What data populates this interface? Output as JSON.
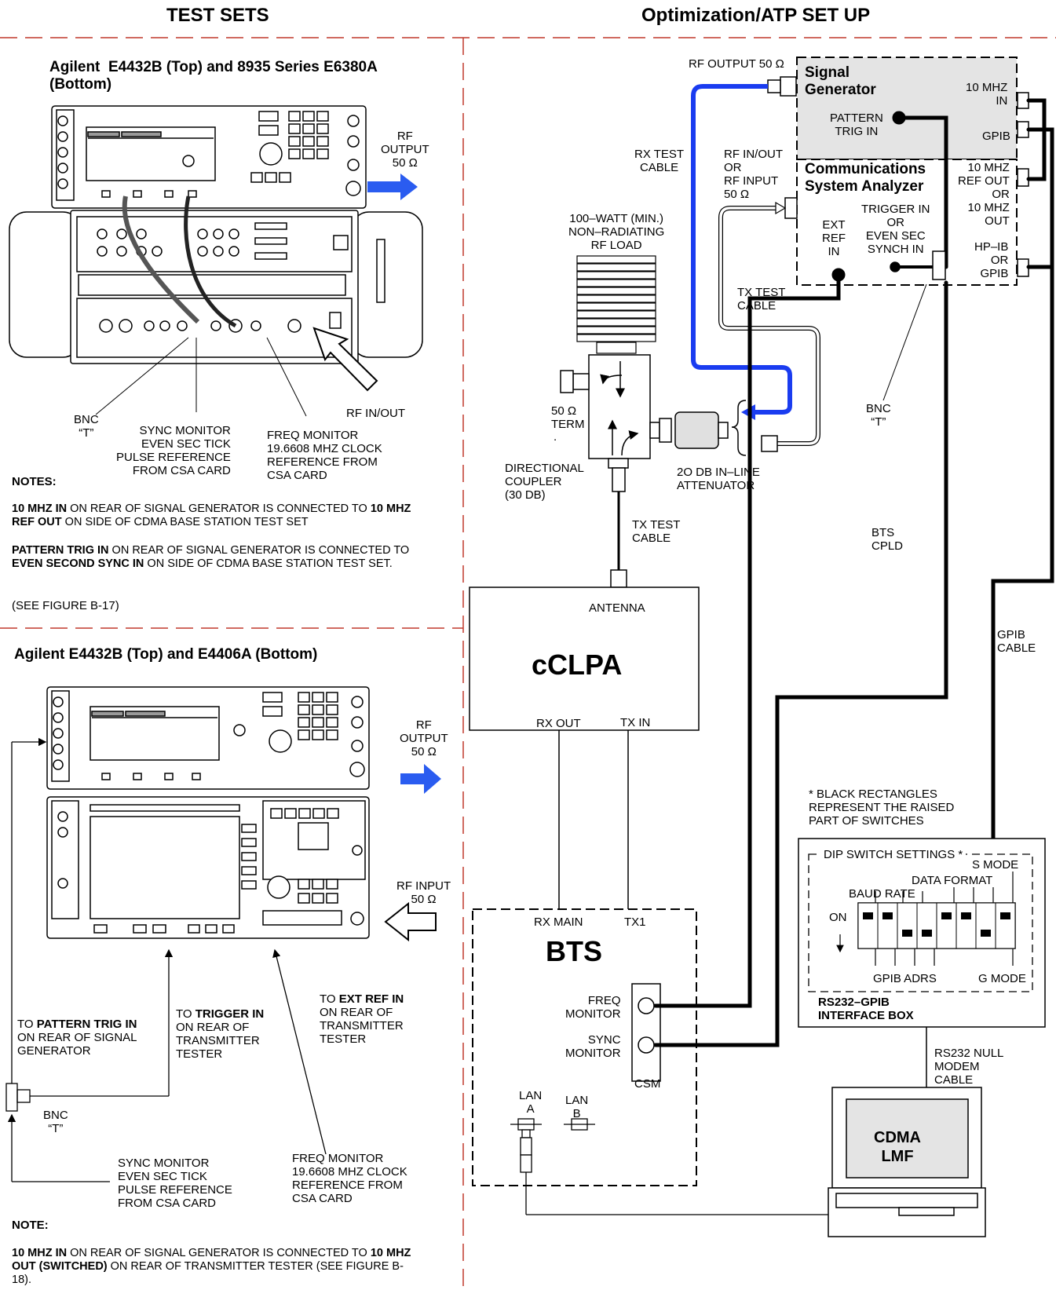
{
  "headers": {
    "left": "TEST SETS",
    "right": "Optimization/ATP SET UP"
  },
  "panel1": {
    "title_line1": "Agilent  E4432B (Top) and 8935 Series E6380A",
    "title_line2": "(Bottom)",
    "rf_output": "RF\nOUTPUT\n50 Ω",
    "rf_in_out": "RF IN/OUT",
    "bnc_t": "BNC\n“T”",
    "sync_monitor": "SYNC MONITOR\nEVEN SEC TICK\nPULSE REFERENCE\nFROM CSA CARD",
    "freq_monitor": "FREQ MONITOR\n19.6608 MHZ CLOCK\nREFERENCE FROM\nCSA CARD",
    "notes_heading": "NOTES:",
    "note1_bold": "10 MHZ IN",
    "note1_text": " ON REAR OF SIGNAL GENERATOR IS CONNECTED TO ",
    "note1_bold2": "10 MHZ REF OUT",
    "note1_text2": " ON SIDE OF CDMA BASE STATION TEST SET",
    "note2_bold": "PATTERN TRIG IN",
    "note2_text": " ON REAR OF SIGNAL GENERATOR IS CONNECTED TO ",
    "note2_bold2": "EVEN SECOND SYNC IN",
    "note2_text2": " ON SIDE OF CDMA BASE STATION TEST SET.",
    "see_figure": "(SEE FIGURE B-17)"
  },
  "panel2": {
    "title": "Agilent E4432B (Top) and E4406A (Bottom)",
    "rf_output": "RF\nOUTPUT\n50 Ω",
    "rf_input": "RF INPUT\n50 Ω",
    "to_pattern_prefix": "TO ",
    "to_pattern_bold": "PATTERN TRIG IN",
    "to_pattern_rest": "ON REAR OF SIGNAL\nGENERATOR",
    "to_trigger_prefix": "TO ",
    "to_trigger_bold": "TRIGGER IN",
    "to_trigger_rest": "ON REAR OF\nTRANSMITTER\nTESTER",
    "to_extref_prefix": "TO ",
    "to_extref_bold": "EXT REF IN",
    "to_extref_rest": "ON REAR OF\nTRANSMITTER\nTESTER",
    "bnc_t": "BNC\n“T”",
    "sync_monitor": "SYNC MONITOR\nEVEN SEC TICK\nPULSE REFERENCE\nFROM CSA CARD",
    "freq_monitor": "FREQ MONITOR\n19.6608 MHZ CLOCK\nREFERENCE FROM\nCSA CARD",
    "note_heading": "NOTE:",
    "note_bold": "10 MHZ IN",
    "note_text": " ON REAR OF SIGNAL GENERATOR IS CONNECTED TO ",
    "note_bold2": "10 MHZ OUT (SWITCHED)",
    "note_text2": " ON REAR OF TRANSMITTER TESTER (SEE FIGURE B-18)."
  },
  "setup": {
    "rf_output_50": "RF OUTPUT 50 Ω",
    "signal_generator": "Signal\nGenerator",
    "pattern_trig_in": "PATTERN\nTRIG IN",
    "ten_mhz_in": "10 MHZ\nIN",
    "gpib": "GPIB",
    "comm_analyzer": "Communications\nSystem Analyzer",
    "ten_mhz_ref_out": "10 MHZ\nREF OUT\nOR\n10 MHZ\nOUT",
    "trigger_in": "TRIGGER IN\nOR\nEVEN SEC\nSYNCH IN",
    "ext_ref_in": "EXT\nREF\nIN",
    "hpib_gpib": "HP–IB\nOR\nGPIB",
    "rx_test_cable": "RX TEST\nCABLE",
    "rf_in_out": "RF IN/OUT\nOR\nRF INPUT\n50 Ω",
    "rf_load": "100–WATT (MIN.)\nNON–RADIATING\nRF LOAD",
    "tx_test_cable_top": "TX TEST\nCABLE",
    "term_50": "50 Ω\nTERM",
    "term_dot": ".",
    "directional_coupler": "DIRECTIONAL\nCOUPLER\n(30 DB)",
    "attenuator": "2O DB IN–LINE\nATTENUATOR",
    "bnc_t": "BNC\n“T”",
    "tx_test_cable_bottom": "TX TEST\nCABLE",
    "bts_cpld": "BTS\nCPLD",
    "gpib_cable": "GPIB\nCABLE",
    "antenna": "ANTENNA",
    "cclpa": "cCLPA",
    "rx_out": "RX OUT",
    "tx_in": "TX IN",
    "rx_main": "RX MAIN",
    "tx1": "TX1",
    "bts": "BTS",
    "freq_monitor": "FREQ\nMONITOR",
    "sync_monitor": "SYNC\nMONITOR",
    "csm": "CSM",
    "lan_a": "LAN\nA",
    "lan_b": "LAN\nB",
    "black_rect_note": "* BLACK RECTANGLES\nREPRESENT THE RAISED\nPART OF SWITCHES",
    "dip_switch": "DIP SWITCH SETTINGS *",
    "s_mode": "S MODE",
    "data_format": "DATA FORMAT",
    "baud_rate": "BAUD RATE",
    "on": "ON",
    "gpib_adrs": "GPIB ADRS",
    "g_mode": "G MODE",
    "interface_box": "RS232–GPIB\nINTERFACE BOX",
    "null_modem": "RS232 NULL\nMODEM\nCABLE",
    "cdma_lmf": "CDMA\nLMF"
  },
  "dip_switch_states": [
    "up",
    "up",
    "down",
    "down",
    "up",
    "up",
    "down",
    "up"
  ],
  "colors": {
    "rf_cable": "#1a3cf0",
    "arrow": "#2a5cf0",
    "panel_fill": "#e4e4e4"
  }
}
